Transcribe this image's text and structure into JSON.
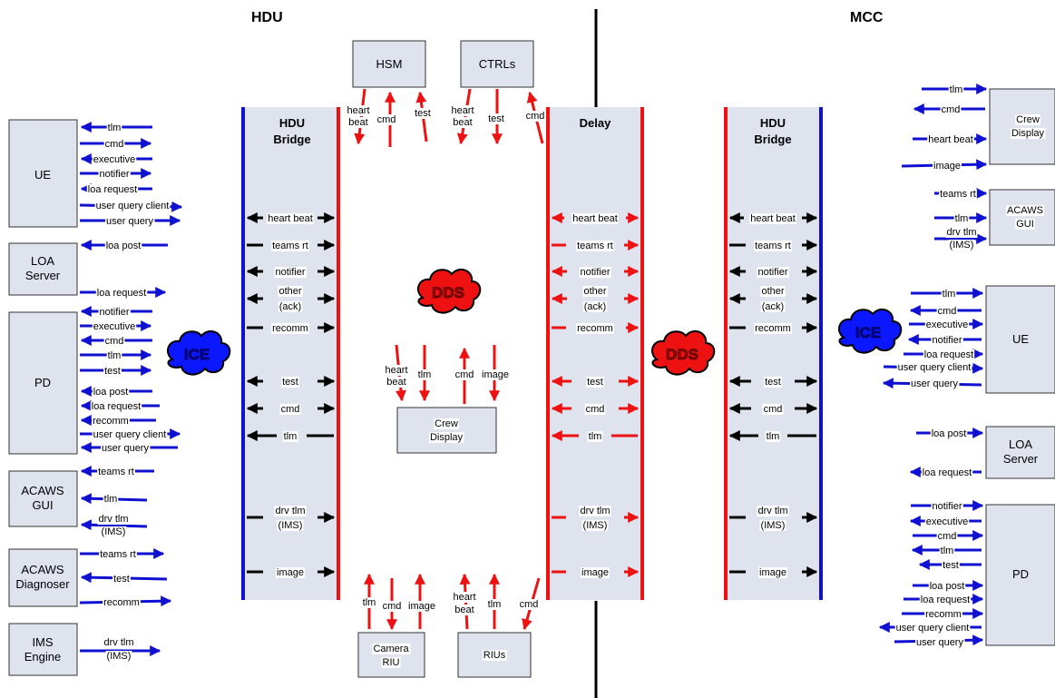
{
  "headers": {
    "hdu": "HDU",
    "mcc": "MCC"
  },
  "colors": {
    "blue": "#1010d0",
    "red": "#ee1111",
    "black": "#000000",
    "panel": "#dfe3ee"
  },
  "left_boxes": {
    "ue": "UE",
    "loa": [
      "LOA",
      "Server"
    ],
    "pd": "PD",
    "acaws_gui": [
      "ACAWS",
      "GUI"
    ],
    "acaws_diag": [
      "ACAWS",
      "Diagnoser"
    ],
    "ims": [
      "IMS",
      "Engine"
    ]
  },
  "left_arrows": {
    "ue": [
      "tlm",
      "cmd",
      "executive",
      "notifier",
      "loa request",
      "user query client",
      "user query"
    ],
    "loa": [
      "loa post",
      "loa request"
    ],
    "pd": [
      "notifier",
      "executive",
      "cmd",
      "tlm",
      "test",
      "loa post",
      "loa request",
      "recomm",
      "user query client",
      "user query"
    ],
    "acaws_gui": [
      "teams rt",
      "tlm",
      "drv tlm",
      "(IMS)"
    ],
    "acaws_diag": [
      "teams rt",
      "test",
      "recomm"
    ],
    "ims": [
      "drv tlm",
      "(IMS)"
    ]
  },
  "bridges": {
    "hdu_left": [
      "HDU",
      "Bridge"
    ],
    "delay": "Delay",
    "hdu_right": [
      "HDU",
      "Bridge"
    ]
  },
  "bus_labels": [
    "heart beat",
    "teams rt",
    "notifier",
    "other",
    "(ack)",
    "recomm",
    "test",
    "cmd",
    "tlm",
    "drv tlm",
    "(IMS)",
    "image"
  ],
  "clouds": {
    "left": "ICE",
    "center": "DDS",
    "middle": "DDS",
    "right": "ICE"
  },
  "top_boxes": {
    "hsm": "HSM",
    "ctrls": "CTRLs"
  },
  "top_arrows": {
    "hsm": [
      "heart",
      "beat",
      "cmd",
      "test"
    ],
    "ctrls": [
      "heart",
      "beat",
      "test",
      "cmd"
    ]
  },
  "center_box": [
    "Crew",
    "Display"
  ],
  "center_arrows": [
    "heart",
    "beat",
    "tlm",
    "cmd",
    "image"
  ],
  "bottom_boxes": {
    "camera": [
      "Camera",
      "RIU"
    ],
    "rius": "RIUs"
  },
  "bottom_arrows": {
    "camera": [
      "tlm",
      "cmd",
      "image"
    ],
    "rius": [
      "heart",
      "beat",
      "tlm",
      "cmd"
    ]
  },
  "right_boxes": {
    "crew": [
      "Crew",
      "Display"
    ],
    "acaws_gui": [
      "ACAWS",
      "GUI"
    ],
    "ue": "UE",
    "loa": [
      "LOA",
      "Server"
    ],
    "pd": "PD"
  },
  "right_arrows": {
    "crew": [
      "tlm",
      "cmd",
      "heart beat",
      "image"
    ],
    "acaws_gui": [
      "teams rt",
      "tlm",
      "drv tlm",
      "(IMS)"
    ],
    "ue": [
      "tlm",
      "cmd",
      "executive",
      "notifier",
      "loa request",
      "user query client",
      "user query"
    ],
    "loa": [
      "loa post",
      "loa request"
    ],
    "pd": [
      "notifier",
      "executive",
      "cmd",
      "tlm",
      "test",
      "loa post",
      "loa request",
      "recomm",
      "user query client",
      "user query"
    ]
  }
}
